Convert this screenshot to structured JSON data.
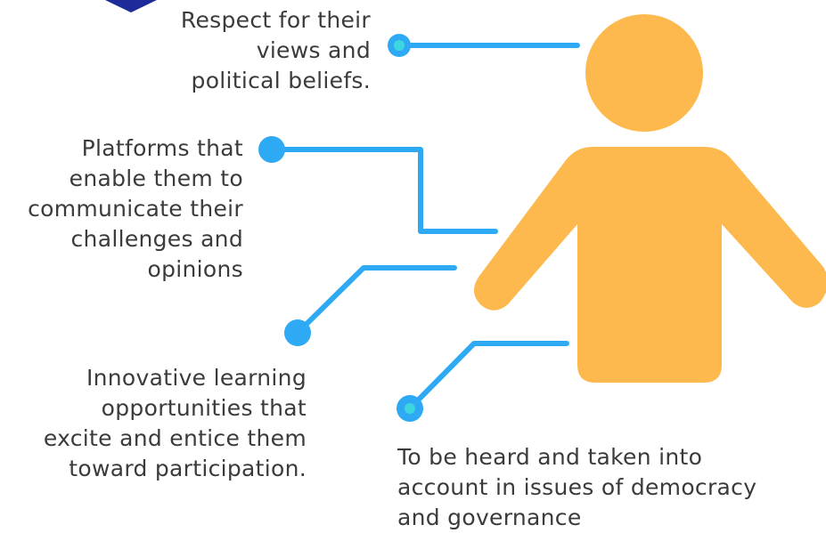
{
  "labels": {
    "respect": "Respect for their\nviews and\npolitical beliefs.",
    "platforms": "Platforms that\nenable them to\ncommunicate their\nchallenges and\nopinions",
    "innovative": "Innovative learning\nopportunities that\nexcite and entice them\ntoward participation.",
    "heard": "To be heard and taken into\naccount in issues of democracy\nand governance"
  },
  "colors": {
    "figure": "#FDB94D",
    "connector": "#2EAAF5",
    "dot_inner": "#3DD6E0",
    "corner_mark": "#1E2A9A",
    "text": "#3b3b3b"
  }
}
